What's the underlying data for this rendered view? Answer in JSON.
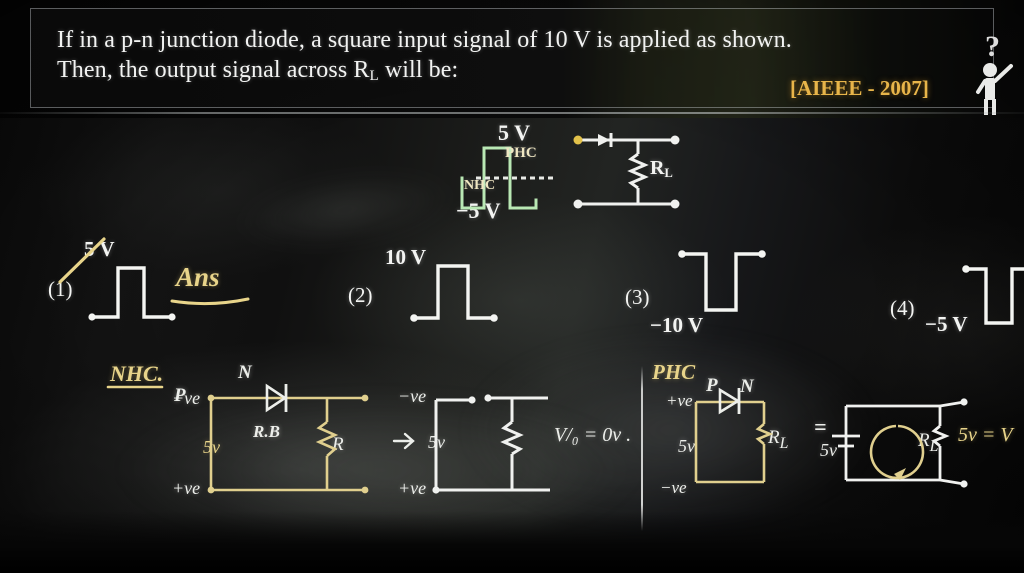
{
  "question": {
    "line1": "If in a p-n junction diode, a square input signal of 10 V is applied as shown.",
    "line2_pre": "Then, the output signal across R",
    "line2_sub": "L",
    "line2_post": " will be:",
    "source_badge": "[AIEEE - 2007]",
    "help_icon": "question-mark-icon",
    "avatar_icon": "stick-figure-icon",
    "badge_color": "#e8b54a"
  },
  "stimulus": {
    "waveform": {
      "top_label": "5 V",
      "bottom_label": "−5 V",
      "positive_half_label": "PHC",
      "negative_half_label": "NHC",
      "zero_line_style": "dashed",
      "trace_color": "#b9e8b4"
    },
    "circuit": {
      "diode_icon": "diode-icon",
      "resistor_icon": "resistor-icon",
      "resistor_label_pre": "R",
      "resistor_label_sub": "L",
      "terminal_icon": "terminal-dot-icon",
      "input_terminal_color": "#e3c24a"
    }
  },
  "options": [
    {
      "number": "(1)",
      "amplitude_label": "5 V",
      "polarity": "positive",
      "marked_answer": true,
      "annotation": "Ans",
      "annotation_color": "#e8d48a",
      "strike_icon": "diagonal-strike-icon"
    },
    {
      "number": "(2)",
      "amplitude_label": "10 V",
      "polarity": "positive",
      "marked_answer": false
    },
    {
      "number": "(3)",
      "amplitude_label": "−10 V",
      "polarity": "negative",
      "marked_answer": false
    },
    {
      "number": "(4)",
      "amplitude_label": "−5 V",
      "polarity": "negative",
      "marked_answer": false
    }
  ],
  "work": {
    "nhc": {
      "title": "NHC.",
      "title_color": "#e8d48a",
      "diode_p_label": "P",
      "diode_n_label": "N",
      "bias_label": "R.B",
      "top_terminal_label": "−ve",
      "bottom_terminal_label": "+ve",
      "source_label": "5v",
      "resistor_label": "R",
      "diode_icon": "diode-icon",
      "resistor_icon": "resistor-icon"
    },
    "open_circuit": {
      "arrow_icon": "implies-arrow-icon",
      "top_terminal_label": "−ve",
      "bottom_terminal_label": "+ve",
      "source_label": "5v",
      "result_label": "V/₀ = 0v .",
      "resistor_icon": "resistor-icon"
    },
    "phc": {
      "title": "PHC",
      "diode_p_label": "P",
      "diode_n_label": "N",
      "top_terminal_label": "+ve",
      "bottom_terminal_label": "−ve",
      "source_label": "5v",
      "resistor_label_pre": "R",
      "resistor_label_sub": "L",
      "diode_icon": "diode-icon",
      "resistor_icon": "resistor-icon"
    },
    "equivalent": {
      "equals_label": "=",
      "source_label": "5v",
      "battery_icon": "battery-icon",
      "current_loop_icon": "current-loop-icon",
      "resistor_label_pre": "R",
      "resistor_label_sub": "L",
      "resistor_icon": "resistor-icon",
      "result_label": "5v = V",
      "result_color": "#e8d48a"
    },
    "divider_icon": "vertical-divider"
  }
}
